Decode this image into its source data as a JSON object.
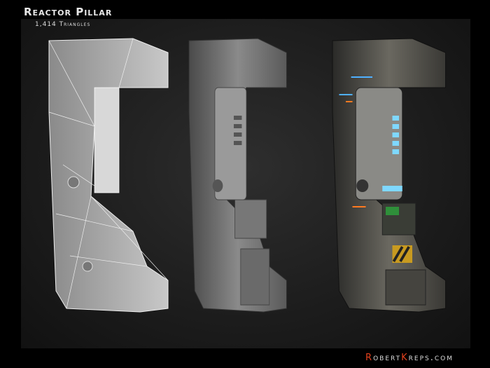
{
  "title": "Reactor Pillar",
  "subtitle": "1,414 Triangles",
  "site": {
    "prefix_initial": "R",
    "prefix_rest": "obert",
    "second_initial": "K",
    "second_rest": "reps.com"
  },
  "colors": {
    "accent": "#e2401c",
    "glow": "#7fd8ff",
    "background": "#1e1e1e"
  }
}
